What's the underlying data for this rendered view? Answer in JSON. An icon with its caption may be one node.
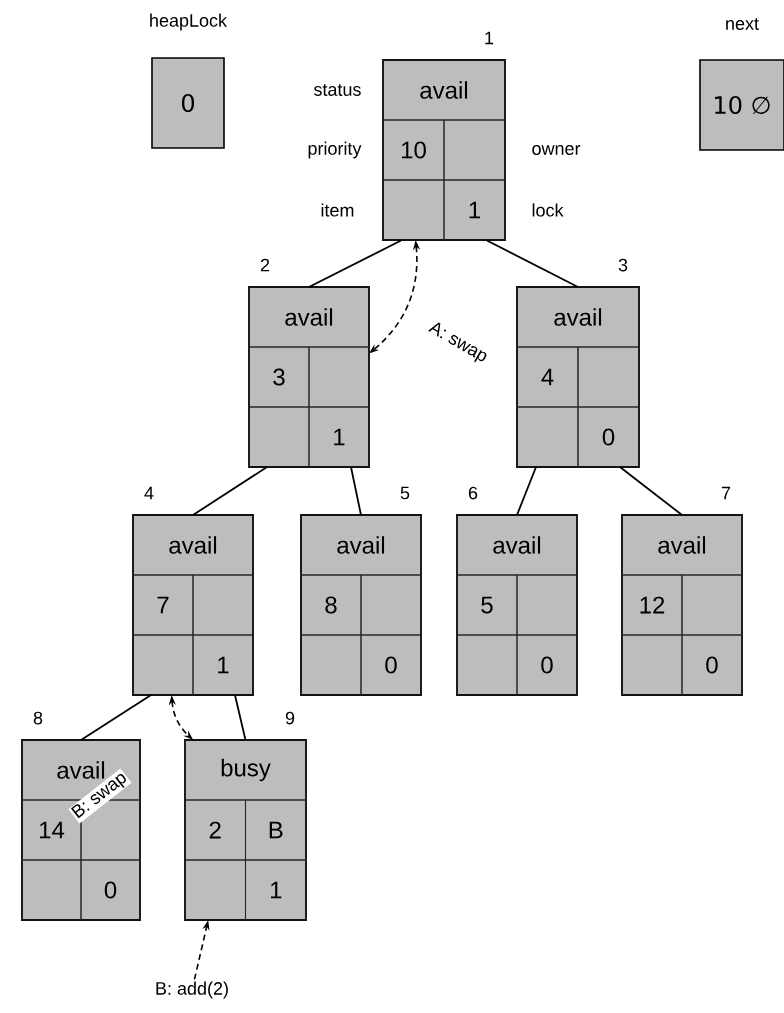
{
  "diagram": {
    "nodes": [
      {
        "text": [
          "heapLock",
          "0"
        ]
      },
      {
        "text": [
          "next",
          "10 ∅"
        ]
      },
      {
        "text": [],
        "shape": "box",
        "beside": [
          "1"
        ]
      },
      {
        "text": [
          "avail"
        ],
        "in": 2
      },
      {
        "text": [
          "10"
        ],
        "in": 2
      },
      {
        "text": [],
        "shape": "box",
        "in": 2
      },
      {
        "text": [],
        "shape": "box",
        "in": 2
      },
      {
        "text": [
          "1"
        ],
        "in": 2
      },
      {
        "text": [],
        "shape": "box",
        "beside": [
          "2"
        ]
      },
      {
        "text": [
          "avail"
        ],
        "in": 8
      },
      {
        "text": [
          "3"
        ],
        "in": 8
      },
      {
        "text": [],
        "shape": "box",
        "in": 8
      },
      {
        "text": [],
        "shape": "box",
        "in": 8
      },
      {
        "text": [
          "1"
        ],
        "in": 8
      },
      {
        "text": [],
        "shape": "box",
        "beside": [
          "3"
        ]
      },
      {
        "text": [
          "avail"
        ],
        "in": 14
      },
      {
        "text": [
          "4"
        ],
        "in": 14
      },
      {
        "text": [],
        "shape": "box",
        "in": 14
      },
      {
        "text": [],
        "shape": "box",
        "in": 14
      },
      {
        "text": [
          "0"
        ],
        "in": 14
      },
      {
        "text": [],
        "shape": "box",
        "beside": [
          "4"
        ]
      },
      {
        "text": [
          "avail"
        ],
        "in": 20
      },
      {
        "text": [
          "7"
        ],
        "in": 20
      },
      {
        "text": [],
        "shape": "box",
        "in": 20
      },
      {
        "text": [],
        "shape": "box",
        "in": 20
      },
      {
        "text": [
          "1"
        ],
        "in": 20
      },
      {
        "text": [],
        "shape": "box",
        "beside": [
          "5"
        ]
      },
      {
        "text": [
          "avail"
        ],
        "in": 26
      },
      {
        "text": [
          "8"
        ],
        "in": 26
      },
      {
        "text": [],
        "shape": "box",
        "in": 26
      },
      {
        "text": [],
        "shape": "box",
        "in": 26
      },
      {
        "text": [
          "0"
        ],
        "in": 26
      },
      {
        "text": [],
        "shape": "box",
        "beside": [
          "6"
        ]
      },
      {
        "text": [
          "avail"
        ],
        "in": 32
      },
      {
        "text": [
          "5"
        ],
        "in": 32
      },
      {
        "text": [],
        "shape": "box",
        "in": 32
      },
      {
        "text": [],
        "shape": "box",
        "in": 32
      },
      {
        "text": [
          "0"
        ],
        "in": 32
      },
      {
        "text": [],
        "shape": "box",
        "beside": [
          "7"
        ]
      },
      {
        "text": [
          "avail"
        ],
        "in": 38
      },
      {
        "text": [
          "12"
        ],
        "in": 38
      },
      {
        "text": [],
        "shape": "box",
        "in": 38
      },
      {
        "text": [],
        "shape": "box",
        "in": 38
      },
      {
        "text": [
          "0"
        ],
        "in": 38
      },
      {
        "text": [],
        "shape": "box",
        "beside": [
          "8"
        ]
      },
      {
        "text": [
          "avail"
        ],
        "in": 44
      },
      {
        "text": [
          "14"
        ],
        "in": 44
      },
      {
        "text": [],
        "shape": "box",
        "in": 44
      },
      {
        "text": [],
        "shape": "box",
        "in": 44
      },
      {
        "text": [
          "0"
        ],
        "in": 44
      },
      {
        "text": [],
        "shape": "box",
        "beside": [
          "9"
        ]
      },
      {
        "text": [
          "busy"
        ],
        "in": 50
      },
      {
        "text": [
          "2"
        ],
        "in": 50
      },
      {
        "text": [
          "B"
        ],
        "in": 50
      },
      {
        "text": [],
        "shape": "box",
        "in": 50
      },
      {
        "text": [
          "1"
        ],
        "in": 50
      },
      {
        "text": [
          "B: add(2)"
        ]
      }
    ],
    "edges": [
      {
        "from": 2,
        "to": 8,
        "arrow": "none"
      },
      {
        "from": 2,
        "to": 14,
        "arrow": "none"
      },
      {
        "from": 8,
        "to": 20,
        "arrow": "none"
      },
      {
        "from": 8,
        "to": 26,
        "arrow": "none"
      },
      {
        "from": 14,
        "to": 32,
        "arrow": "none"
      },
      {
        "from": 14,
        "to": 38,
        "arrow": "none"
      },
      {
        "from": 20,
        "to": 44,
        "arrow": "none"
      },
      {
        "from": 20,
        "to": 50,
        "arrow": "none"
      },
      {
        "from": 6,
        "to": 11,
        "arrow": "both",
        "style": "dashed",
        "label": "A: swap"
      },
      {
        "from": 24,
        "to": 51,
        "arrow": "both",
        "style": "dashed",
        "label": "B: swap"
      },
      {
        "from": 56,
        "to": 54,
        "arrow": "to",
        "style": "dashed"
      }
    ],
    "labels": [
      "status",
      "priority",
      "owner",
      "item",
      "lock"
    ]
  }
}
